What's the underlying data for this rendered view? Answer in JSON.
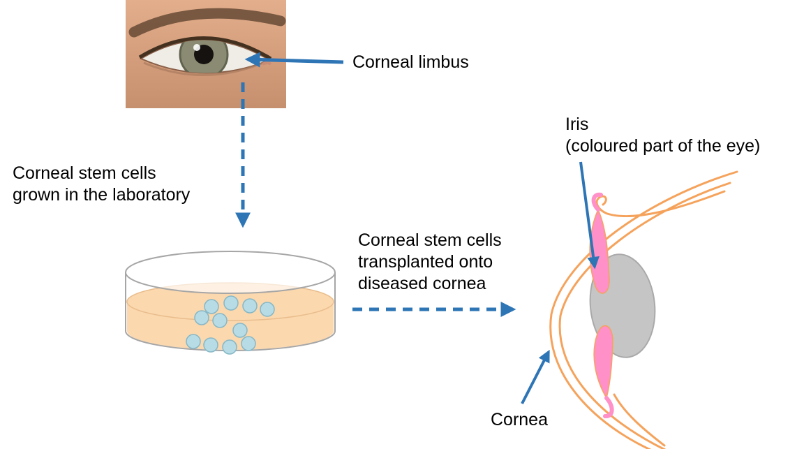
{
  "labels": {
    "corneal_limbus": "Corneal limbus",
    "grown": {
      "line1": "Corneal stem cells",
      "line2": "grown in the laboratory"
    },
    "transplanted": {
      "line1": "Corneal stem cells",
      "line2": "transplanted onto",
      "line3": "diseased cornea"
    },
    "iris": {
      "line1": "Iris",
      "line2": "(coloured part of the eye)"
    },
    "cornea": "Cornea"
  },
  "colors": {
    "arrow_blue": "#2E75B6",
    "text": "#000000",
    "background": "#FFFFFF",
    "dish_liquid": "#FBD8AE",
    "dish_outline": "#A6A6A6",
    "cell_fill": "#B7DCE6",
    "cell_stroke": "#86B7C6",
    "eye_outline": "#F5A35C",
    "iris_pink": "#FF90C8",
    "lens_gray": "#C5C5C5",
    "lens_stroke": "#A9A9A9"
  },
  "icons": {
    "eye_photo": "human-eye-close-up-photo",
    "petri_dish": "petri-dish-with-cultured-stem-cells",
    "eye_diagram": "eye-cross-section-side-view"
  }
}
